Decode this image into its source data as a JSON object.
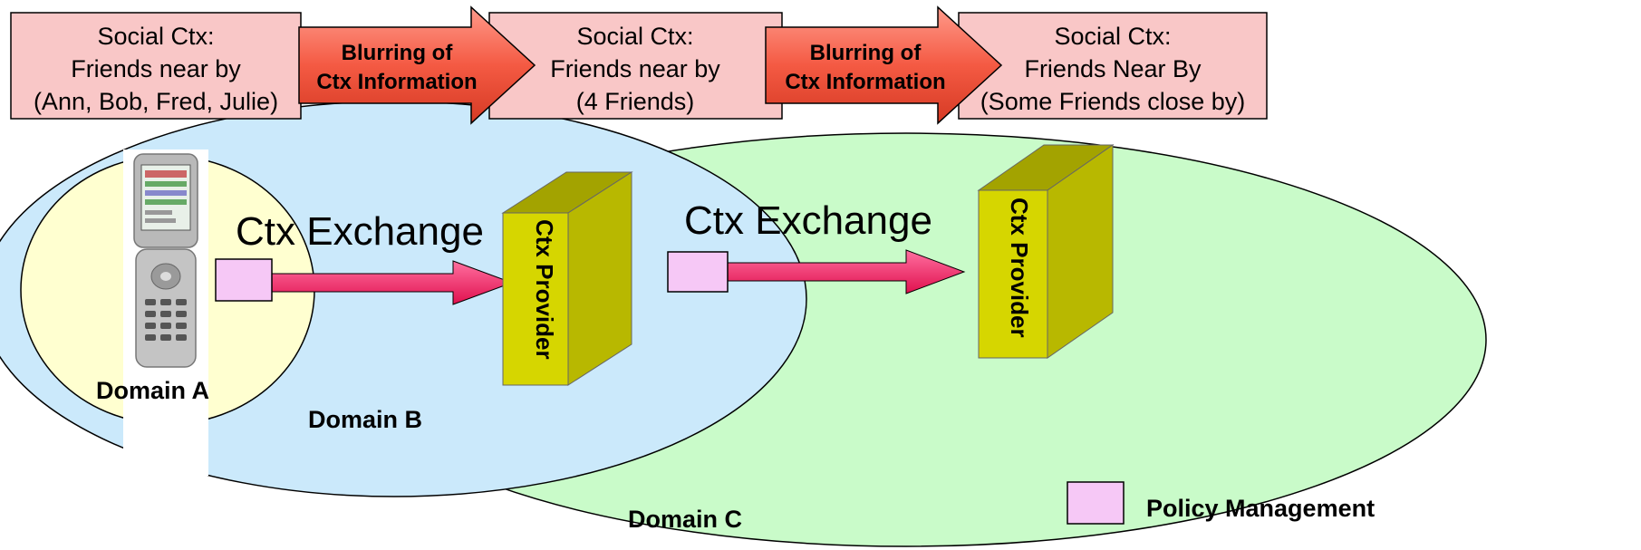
{
  "context_boxes": [
    {
      "line1": "Social Ctx:",
      "line2": "Friends near by",
      "line3": "(Ann, Bob, Fred, Julie)"
    },
    {
      "line1": "Social Ctx:",
      "line2": "Friends near by",
      "line3": "(4 Friends)"
    },
    {
      "line1": "Social Ctx:",
      "line2": "Friends Near By",
      "line3": "(Some Friends close by)"
    }
  ],
  "blur_arrows": [
    {
      "line1": "Blurring of",
      "line2": "Ctx Information"
    },
    {
      "line1": "Blurring of",
      "line2": "Ctx Information"
    }
  ],
  "domains": {
    "a": "Domain A",
    "b": "Domain B",
    "c": "Domain C"
  },
  "exchanges": [
    "Ctx Exchange",
    "Ctx Exchange"
  ],
  "providers": [
    "Ctx Provider",
    "Ctx Provider"
  ],
  "legend": {
    "label": "Policy Management"
  },
  "colors": {
    "context_box": "#f9c7c7",
    "blur_arrow": "#f45a43",
    "domain_a": "#ffffd0",
    "domain_b": "#cbe9fb",
    "domain_c": "#c9fbc9",
    "provider_front": "#d6d600",
    "provider_top": "#a3a300",
    "policy_box": "#f6c8f6",
    "exchange_arrow": "#f0186a",
    "title_text": "#0000a0"
  }
}
